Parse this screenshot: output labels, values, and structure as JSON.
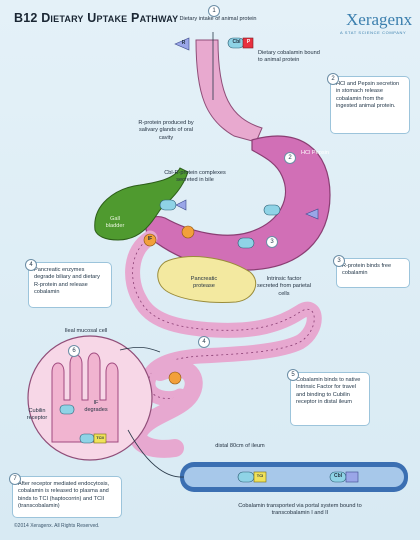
{
  "title": "B12 Dietary Uptake Pathway",
  "brand": {
    "name": "Xeragenx",
    "tagline": "A STAT SCIENCE COMPANY"
  },
  "labels": {
    "intake": "Dietary intake of animal protein",
    "bound": "Dietary cobalamin bound to animal protein",
    "rprotein": "R-protein produced by salivary glands of oral cavity",
    "hcl": "HCl Pepsin",
    "complex": "Cbl-R-protein complexes secreted in bile",
    "gall": "Gall bladder",
    "pancreas": "Pancreatic protease",
    "intrinsic": "Intrinsic factor secreted from parietal cells",
    "cell": "Ileal mucosal cell",
    "cubilin": "Cubilin receptor",
    "degrades": "IF degrades",
    "distal": "distal 80cm of ileum",
    "transport": "Cobalamin transported via portal system bound to transcobalamin I and II"
  },
  "steps": {
    "s1": {
      "num": "1"
    },
    "s2": {
      "num": "2",
      "text": "HCl and Pepsin secretion in stomach release cobalamin from the ingested animal protein."
    },
    "s3": {
      "num": "3",
      "text": "R-protein binds free cobalamin"
    },
    "s4": {
      "num": "4",
      "text": "Pancreatic enzymes degrade biliary and dietary R-protein and release cobalamin"
    },
    "s5": {
      "num": "5",
      "text": "Cobalamin binds to native Intrinsic Factor for travel and binding to Cubilin receptor in distal ileum"
    },
    "s6": {
      "num": "6"
    },
    "s7": {
      "num": "7",
      "text": "After receptor mediated endocytosis, cobalamin is released to plasma and binds to TCI (haptocorrin) and TCII (transcobalamin)"
    }
  },
  "markers": {
    "cbl": "Cbl",
    "p": "P",
    "r": "R",
    "if": "IF",
    "tci": "TCI",
    "tcii": "TCII"
  },
  "footer": "©2014 Xeragenx. All Rights Reserved.",
  "colors": {
    "stomach": "#d16fb6",
    "gut": "#e7a8d0",
    "gall": "#4f9a2f",
    "pancreas": "#f3e9a0",
    "vessel": "#3b6fb2",
    "cbl": "#8fd3e6",
    "if": "#f2a03b",
    "r": "#9aa6e8",
    "p": "#e8313f"
  }
}
